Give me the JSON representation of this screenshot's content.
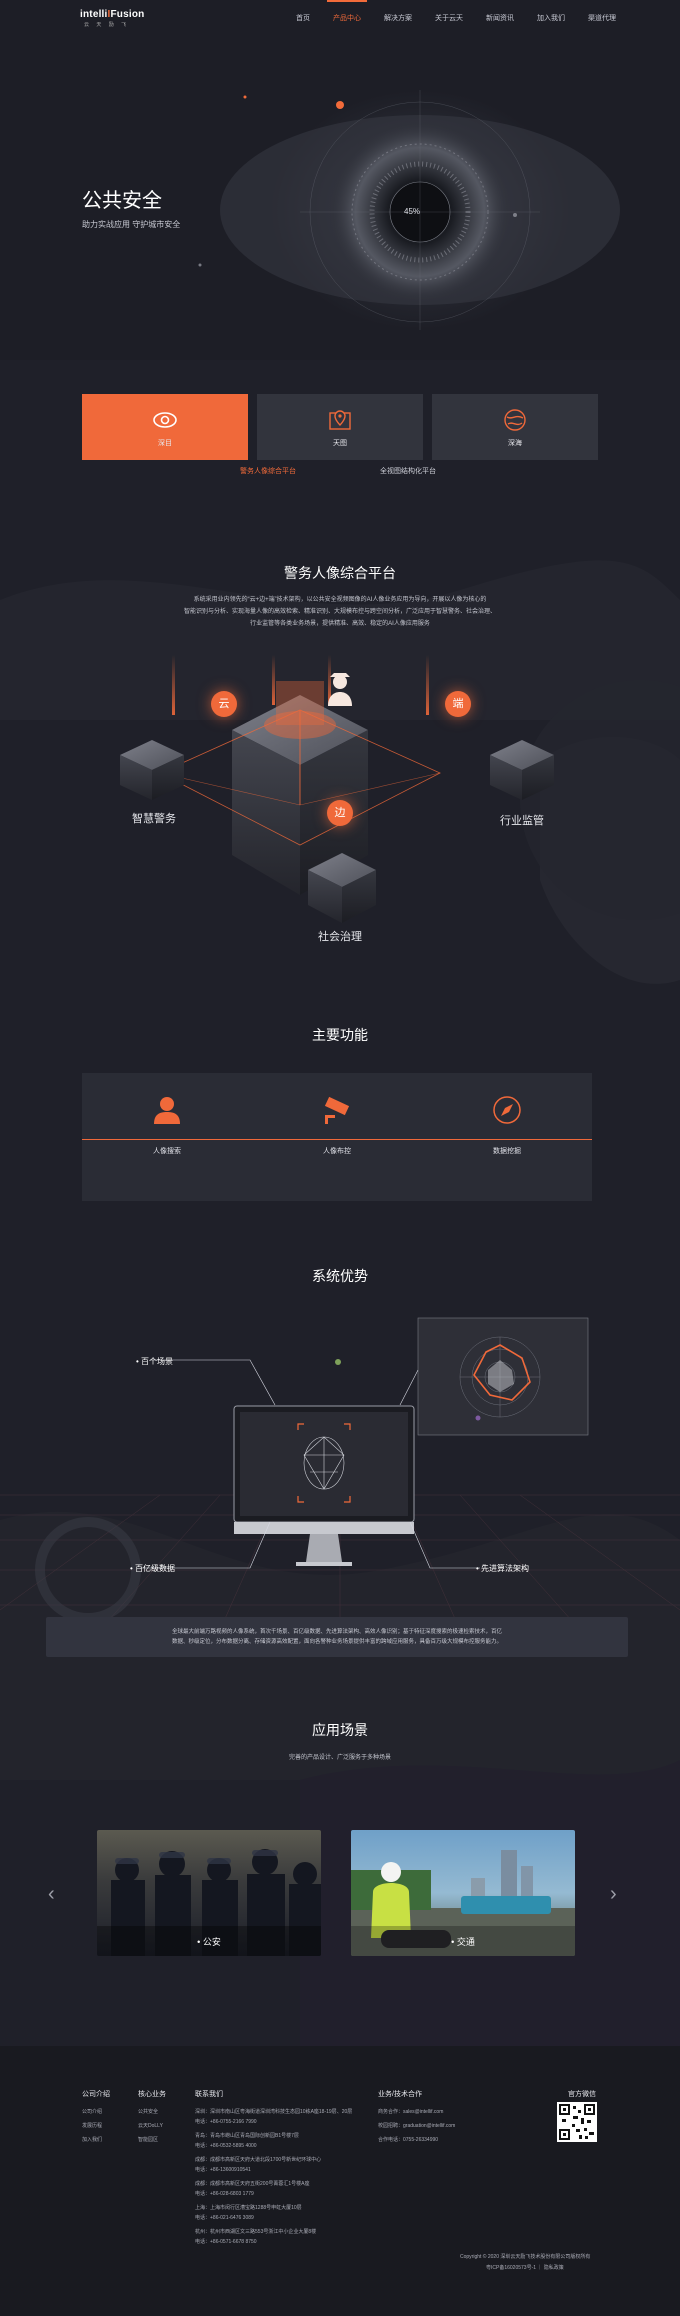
{
  "header": {
    "logo_text_a": "intelli",
    "logo_text_b": "Fusion",
    "logo_sub": "云 天 励 飞",
    "nav": [
      "首页",
      "产品中心",
      "解决方案",
      "关于云天",
      "新闻资讯",
      "加入我们",
      "渠道代理"
    ],
    "active_nav": 1
  },
  "hero": {
    "title": "公共安全",
    "subtitle": "助力实战应用   守护城市安全",
    "progress_label": "45%"
  },
  "tabs": [
    {
      "label": "深目",
      "icon": "eye-icon"
    },
    {
      "label": "天图",
      "icon": "map-pin-icon"
    },
    {
      "label": "深海",
      "icon": "globe-icon"
    }
  ],
  "subtabs": [
    "警务人像综合平台",
    "全视图结构化平台"
  ],
  "platform": {
    "title": "警务人像综合平台",
    "desc_1": "系统采用业内领先的“云+边+端”技术架构，以公共安全视频图像的AI人像业务应用为导向，开展以人像为核心的",
    "desc_2": "智能识别与分析、实现海量人像的高效检索、精准识别、大规模布控与跨空间分析，广泛应用于智慧警务、社会治理、",
    "desc_3": "行业监管等各类业务场景，提供精准、高效、稳定的AI人像应用服务",
    "bubble_cloud": "云",
    "bubble_edge": "边",
    "bubble_end": "端",
    "cube_left": "智慧警务",
    "cube_right": "行业监管",
    "cube_bottom": "社会治理"
  },
  "features": {
    "title": "主要功能",
    "items": [
      {
        "label": "人像搜索",
        "icon": "user-icon"
      },
      {
        "label": "人像布控",
        "icon": "camera-icon"
      },
      {
        "label": "数据挖掘",
        "icon": "compass-icon"
      }
    ]
  },
  "advantages": {
    "title": "系统优势",
    "label_1": "百个场景",
    "label_2": "百亿级数据",
    "label_3": "先进算法架构",
    "desc_1": "全球最大前端万路视频的人像系统，首次千场景、百亿级数据、先进算法架构、高效人像识别；基于特征深度搜索的极速检索技术，百亿",
    "desc_2": "数据、秒级定位，分布数据分离、存储资源高效配置，面向各警种业务场景提供丰富的跨域应用服务，具备百万级大规模布控服务能力。"
  },
  "scenes": {
    "title": "应用场景",
    "subtitle": "完善的产品设计、广泛服务于多种场景",
    "cards": [
      {
        "label": "公安"
      },
      {
        "label": "交通"
      }
    ]
  },
  "footer": {
    "col1_title": "公司介绍",
    "col1": [
      "公司介绍",
      "发展历程",
      "加入我们"
    ],
    "col2_title": "核心业务",
    "col2": [
      "公共安全",
      "云天DoLLY",
      "智能园区"
    ],
    "col3_title": "联系我们",
    "col3": [
      "深圳：深圳市南山区粤海街道深圳湾科技生态园10栋A座18-19层、20层",
      "电话：+86-0755-2166 7990",
      "青岛：青岛市崂山区青岛国际创新园B1号楼7层",
      "电话：+86-0532-5895 4000",
      "成都：成都市高新区天府大道北段1700号新世纪环球中心",
      "电话：+86-13600910541",
      "成都：成都市高新区天府五街200号菁蓉汇1号楼A座",
      "电话：+86-028-6803 1779",
      "上海：上海市闵行区漕宝路1288号申虹大厦10层",
      "电话：+86-021-6476 3089",
      "杭州：杭州市西湖区文三路553号浙江中小企业大厦8楼",
      "电话：+86-0571-6678 8750"
    ],
    "col4_title": "业务/技术合作",
    "col4": [
      "商务合作：sales@intellif.com",
      "校园招聘：graduation@intellif.com",
      "合作电话：0755-26334990"
    ],
    "wechat_title": "官方微信",
    "copyright": "Copyright © 2020 深圳云天励飞技术股份有限公司版权所有",
    "icp": "粤ICP备16020573号-1 ｜ 隐私政策"
  },
  "colors": {
    "accent": "#f0693a",
    "bg": "#1f2029"
  }
}
